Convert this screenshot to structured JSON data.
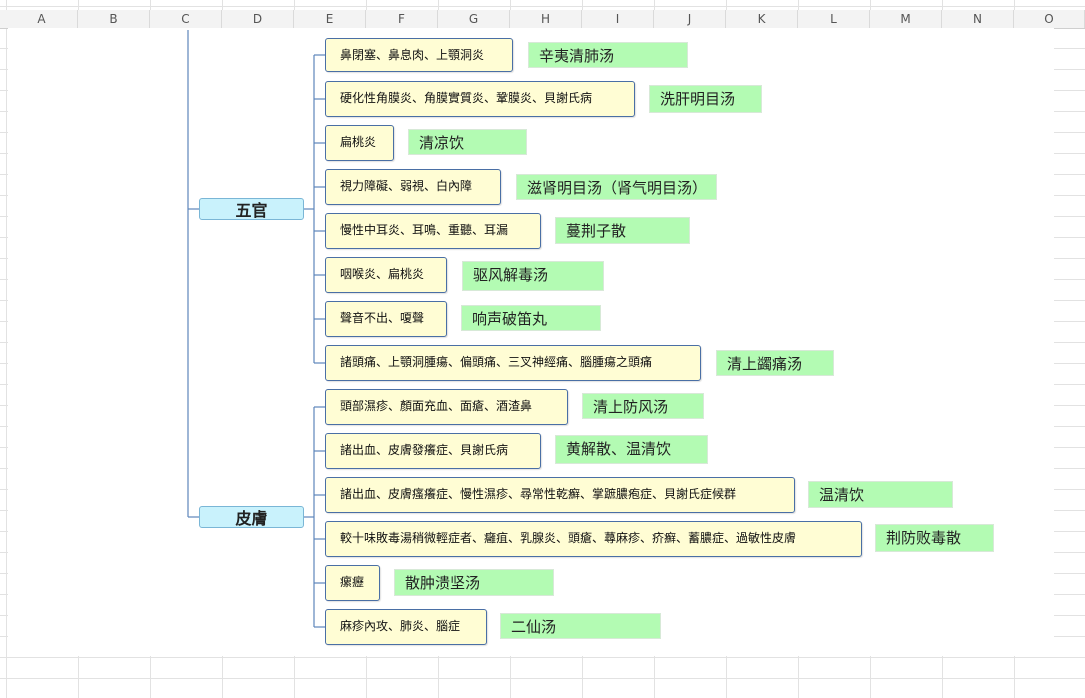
{
  "columns": [
    "A",
    "B",
    "C",
    "D",
    "E",
    "F",
    "G",
    "H",
    "I",
    "J",
    "K",
    "L",
    "M",
    "N",
    "O"
  ],
  "colors": {
    "category_fill": "#c9f2fc",
    "condition_fill": "#fffdd4",
    "prescription_fill": "#b3fbb3",
    "connector": "#5d86bb"
  },
  "categories": [
    {
      "label": "五官",
      "items": [
        {
          "condition": "鼻閉塞、鼻息肉、上顎洞炎",
          "prescription": "辛夷清肺汤"
        },
        {
          "condition": "硬化性角膜炎、角膜實質炎、鞏膜炎、貝謝氏病",
          "prescription": "洗肝明目汤"
        },
        {
          "condition": "扁桃炎",
          "prescription": "清凉饮"
        },
        {
          "condition": "視力障礙、弱視、白內障",
          "prescription": "滋肾明目汤（肾气明目汤）"
        },
        {
          "condition": "慢性中耳炎、耳鳴、重聽、耳漏",
          "prescription": "蔓荆子散"
        },
        {
          "condition": "咽喉炎、扁桃炎",
          "prescription": "驱风解毒汤"
        },
        {
          "condition": "聲音不出、嗄聲",
          "prescription": "响声破笛丸"
        },
        {
          "condition": "諸頭痛、上顎洞腫瘍、偏頭痛、三叉神經痛、腦腫瘍之頭痛",
          "prescription": "清上蠲痛汤"
        }
      ]
    },
    {
      "label": "皮膚",
      "items": [
        {
          "condition": "頭部濕疹、顏面充血、面瘡、酒渣鼻",
          "prescription": "清上防风汤"
        },
        {
          "condition": "諸出血、皮膚發癢症、貝謝氏病",
          "prescription": "黄解散、温清饮"
        },
        {
          "condition": "諸出血、皮膚瘙癢症、慢性濕疹、尋常性乾癬、掌蹠膿疱症、貝謝氏症候群",
          "prescription": "温清饮"
        },
        {
          "condition": "較十味敗毒湯稍微輕症者、癰疽、乳腺炎、頭瘡、蕁麻疹、疥癬、蓄膿症、過敏性皮膚",
          "prescription": "荆防败毒散"
        },
        {
          "condition": "瘰癧",
          "prescription": "散肿溃坚汤"
        },
        {
          "condition": "麻疹內攻、肺炎、腦症",
          "prescription": "二仙汤"
        }
      ]
    }
  ]
}
